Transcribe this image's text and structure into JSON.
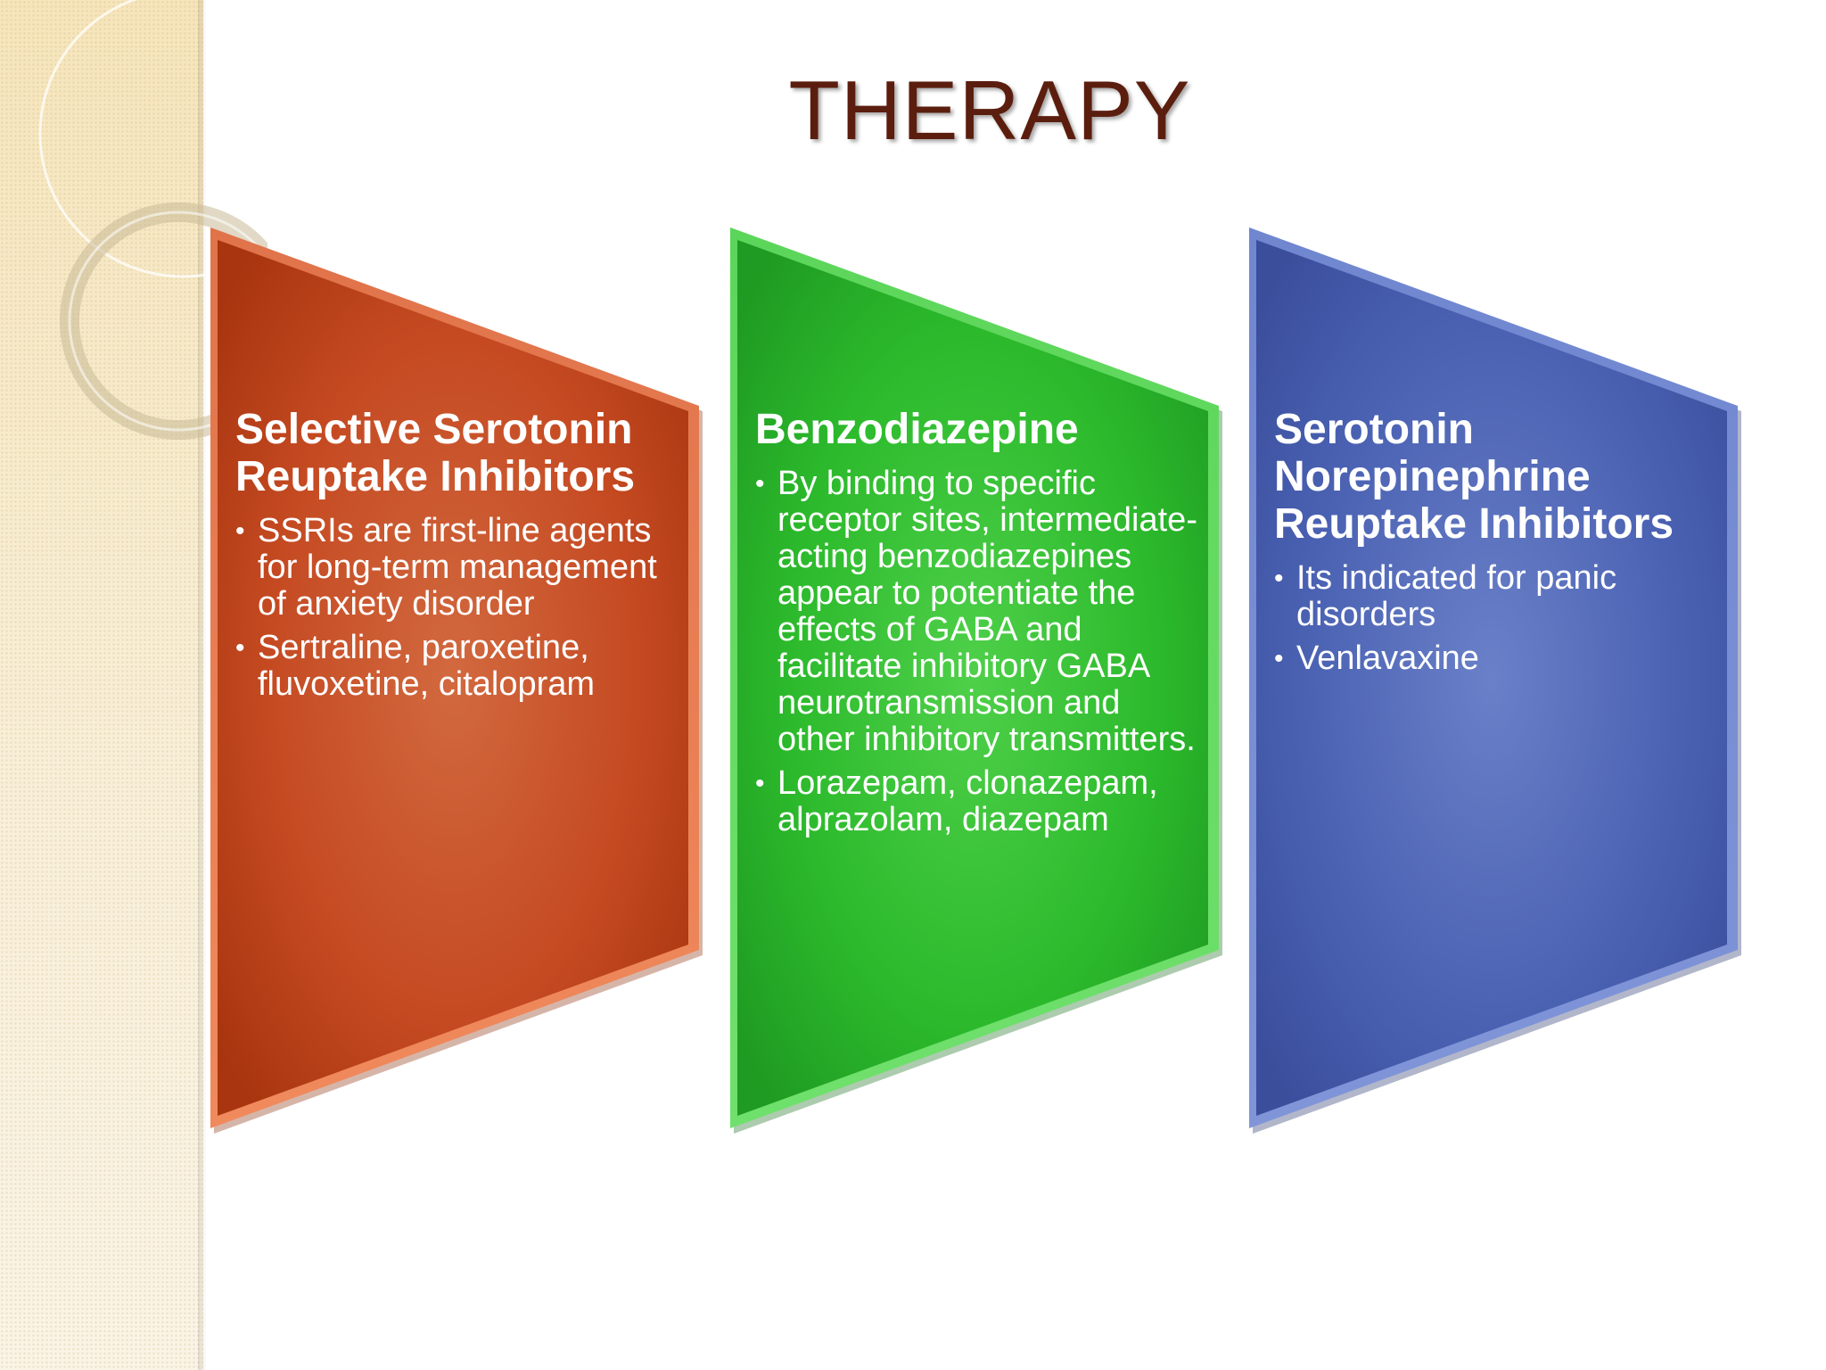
{
  "slide": {
    "title": "THERAPY",
    "colors": {
      "title": "#5b1e0e",
      "stripe": "#f5e9c8"
    },
    "panels": [
      {
        "heading": "Selective Serotonin Reuptake Inhibitors",
        "color": "#c9472a",
        "bullets": [
          "SSRIs are first-line agents for long-term management of anxiety disorder",
          "Sertraline, paroxetine, fluvoxetine, citalopram"
        ]
      },
      {
        "heading": "Benzodiazepine",
        "color": "#2bb52f",
        "bullets": [
          "By binding to specific receptor sites, intermediate-acting benzodiazepines appear to potentiate the effects of GABA and facilitate inhibitory GABA neurotransmission and other inhibitory transmitters.",
          "Lorazepam, clonazepam, alprazolam, diazepam"
        ]
      },
      {
        "heading": "Serotonin Norepinephrine Reuptake Inhibitors",
        "color": "#4a5fb0",
        "bullets": [
          "Its indicated for panic disorders",
          "Venlavaxine"
        ]
      }
    ]
  }
}
